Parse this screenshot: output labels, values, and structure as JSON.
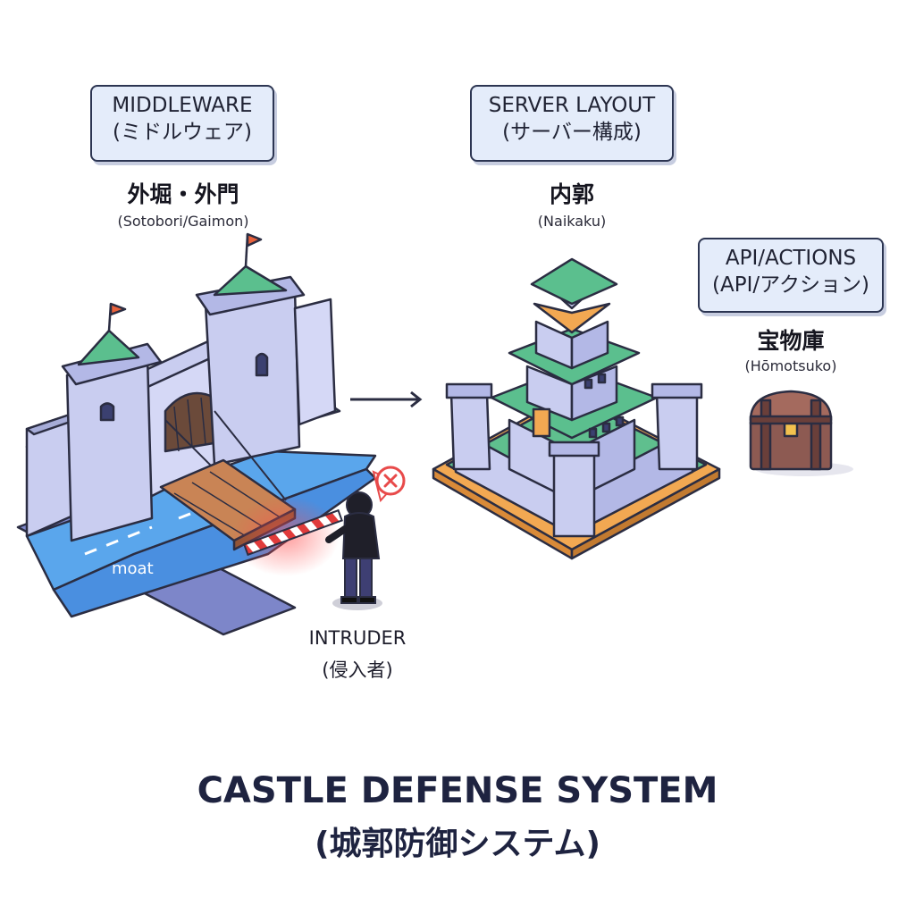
{
  "middleware": {
    "label_en": "MIDDLEWARE",
    "label_jp": "(ミドルウェア)",
    "name_jp": "外堀・外門",
    "name_romaji": "(Sotobori/Gaimon)",
    "moat_label": "moat"
  },
  "server": {
    "label_en": "SERVER LAYOUT",
    "label_jp": "(サーバー構成)",
    "name_jp": "内郭",
    "name_romaji": "(Naikaku)"
  },
  "api": {
    "label_en": "API/ACTIONS",
    "label_jp": "(API/アクション)",
    "name_jp": "宝物庫",
    "name_romaji": "(Hōmotsuko)"
  },
  "intruder": {
    "label_en": "INTRUDER",
    "label_jp": "(侵入者)"
  },
  "footer": {
    "title": "CASTLE DEFENSE SYSTEM",
    "subtitle": "(城郭防御システム)"
  },
  "colors": {
    "stone": "#c9cdf0",
    "stone_dark": "#a6acd8",
    "roof_green": "#5bbf8e",
    "water": "#5aa6ec",
    "grass": "#58b86c",
    "wood": "#c98455",
    "block_red": "#e84a4a",
    "outline": "#2b2d42"
  },
  "icons": {
    "blocked": "x-mark-icon",
    "flow": "arrow-right-icon",
    "treasure": "treasure-chest-icon"
  }
}
